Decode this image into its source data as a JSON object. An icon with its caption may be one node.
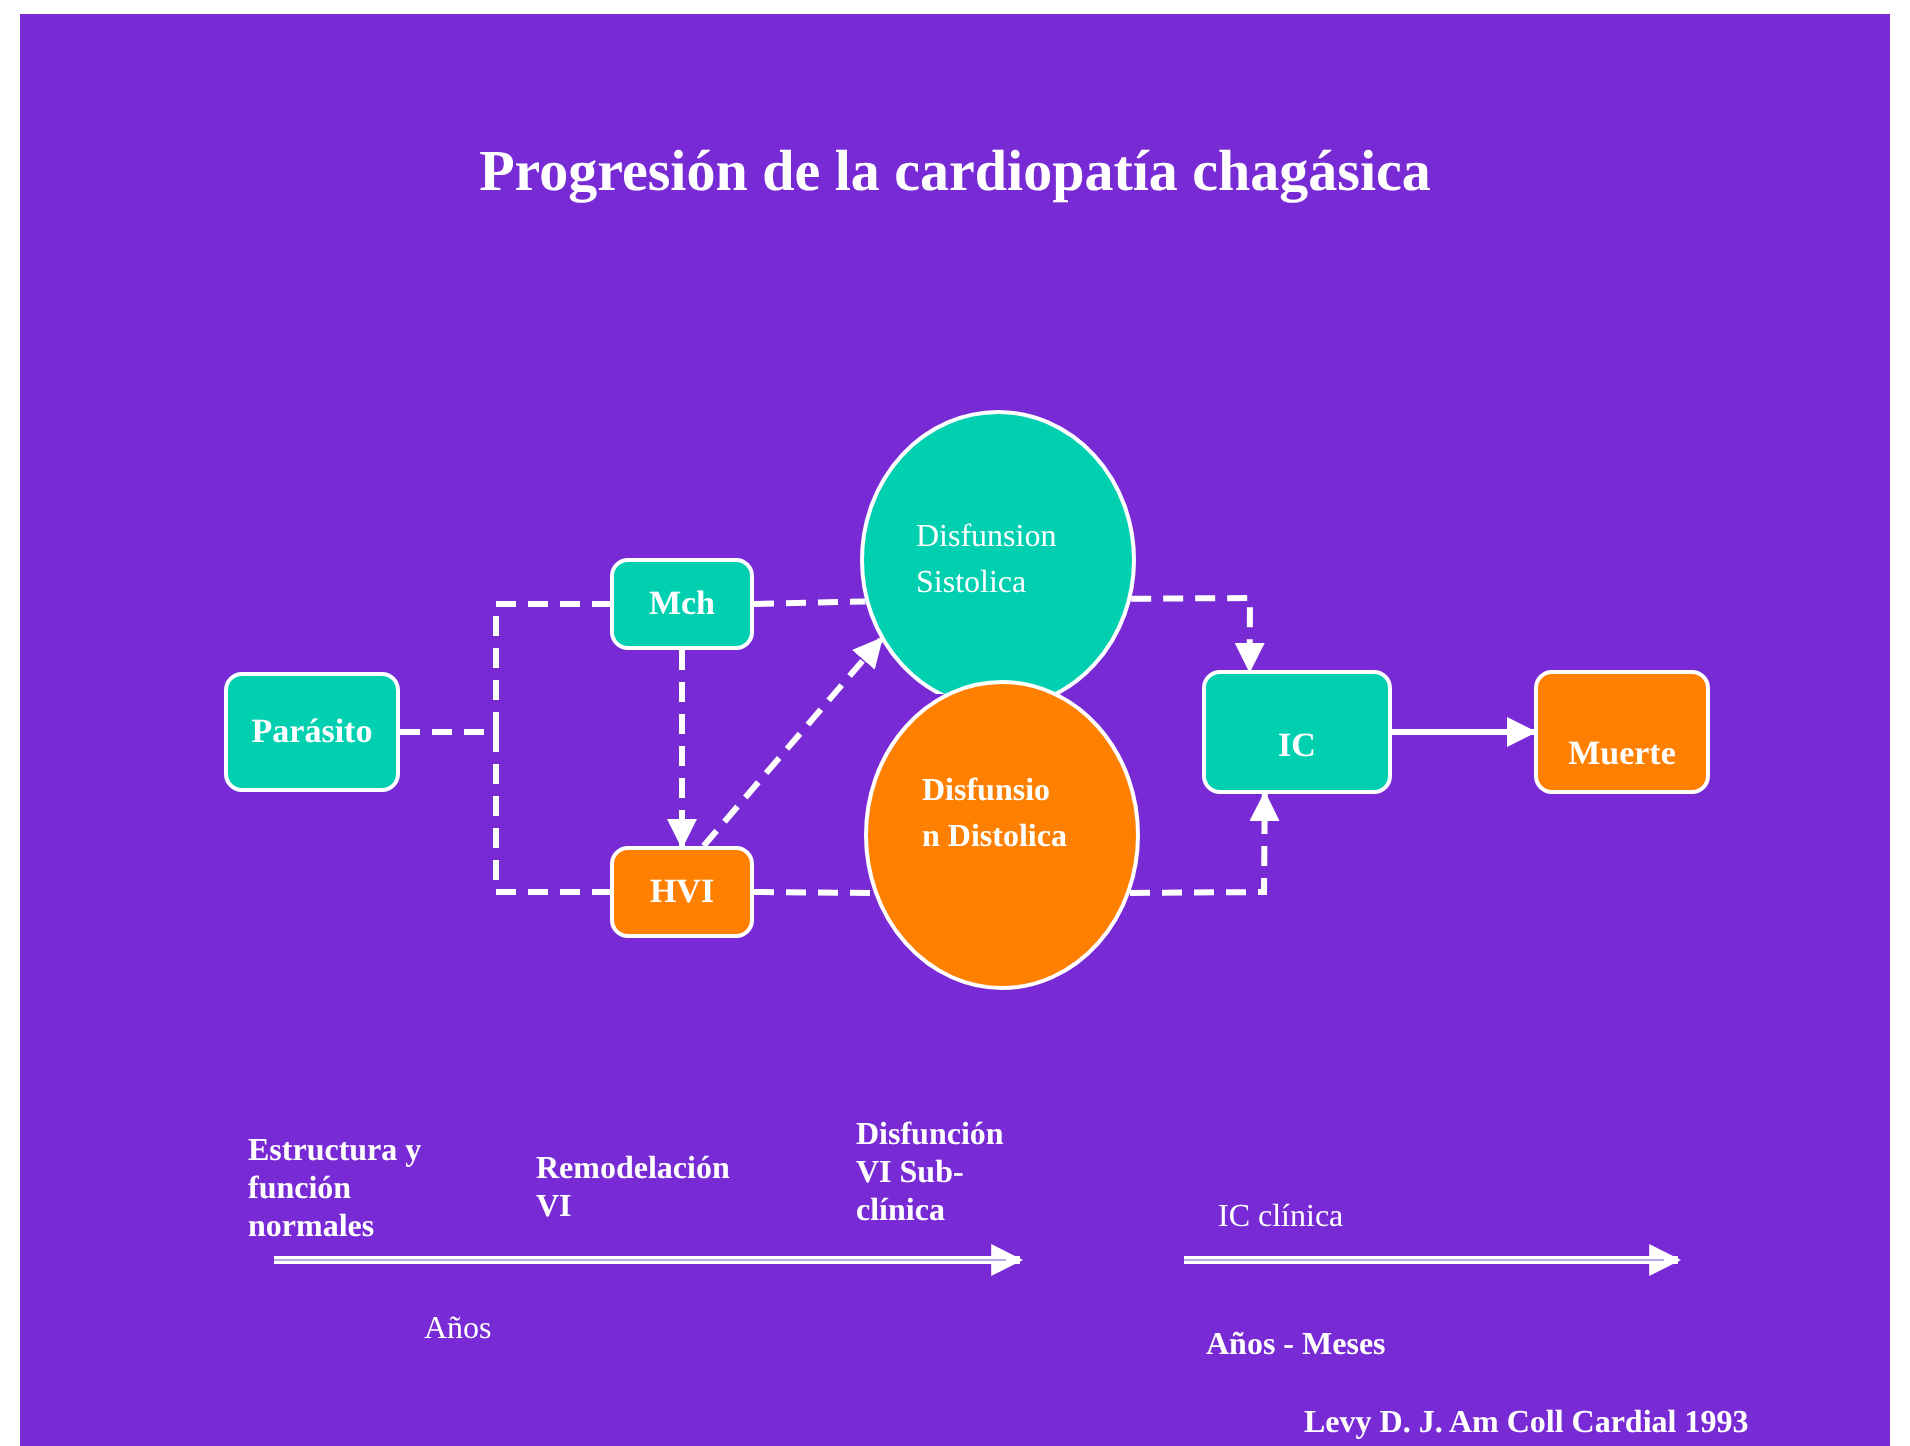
{
  "diagram": {
    "title": "Progresión de la cardiopatía chagásica",
    "nodes": [
      {
        "text": [
          "Parásito"
        ]
      },
      {
        "text": [
          "Mch"
        ]
      },
      {
        "text": [
          "HVI"
        ]
      },
      {
        "text": [
          "Disfunsion Sistolica"
        ]
      },
      {
        "text": [
          "Disfunsio n Distolica"
        ]
      },
      {
        "text": [
          "IC"
        ]
      },
      {
        "text": [
          "Muerte"
        ]
      }
    ],
    "edges": [
      {
        "from": 0,
        "to": 1,
        "arrow": "none",
        "style": "dashed"
      },
      {
        "from": 0,
        "to": 2,
        "arrow": "none",
        "style": "dashed"
      },
      {
        "from": 1,
        "to": 2,
        "arrow": "to",
        "style": "dashed"
      },
      {
        "from": 2,
        "to": 3,
        "arrow": "to",
        "style": "dashed"
      },
      {
        "from": 1,
        "to": 3,
        "arrow": "none",
        "style": "dashed"
      },
      {
        "from": 2,
        "to": 4,
        "arrow": "none",
        "style": "dashed"
      },
      {
        "from": 3,
        "to": 5,
        "arrow": "to",
        "style": "dashed"
      },
      {
        "from": 4,
        "to": 5,
        "arrow": "to",
        "style": "dashed"
      },
      {
        "from": 5,
        "to": 6,
        "arrow": "to"
      }
    ],
    "labels": [
      "Estructura y función normales",
      "Remodelación VI",
      "Disfunción VI Sub-clínica",
      "IC clínica",
      "Años",
      "Años - Meses",
      "Levy D. J. Am Coll Cardial 1993"
    ]
  }
}
